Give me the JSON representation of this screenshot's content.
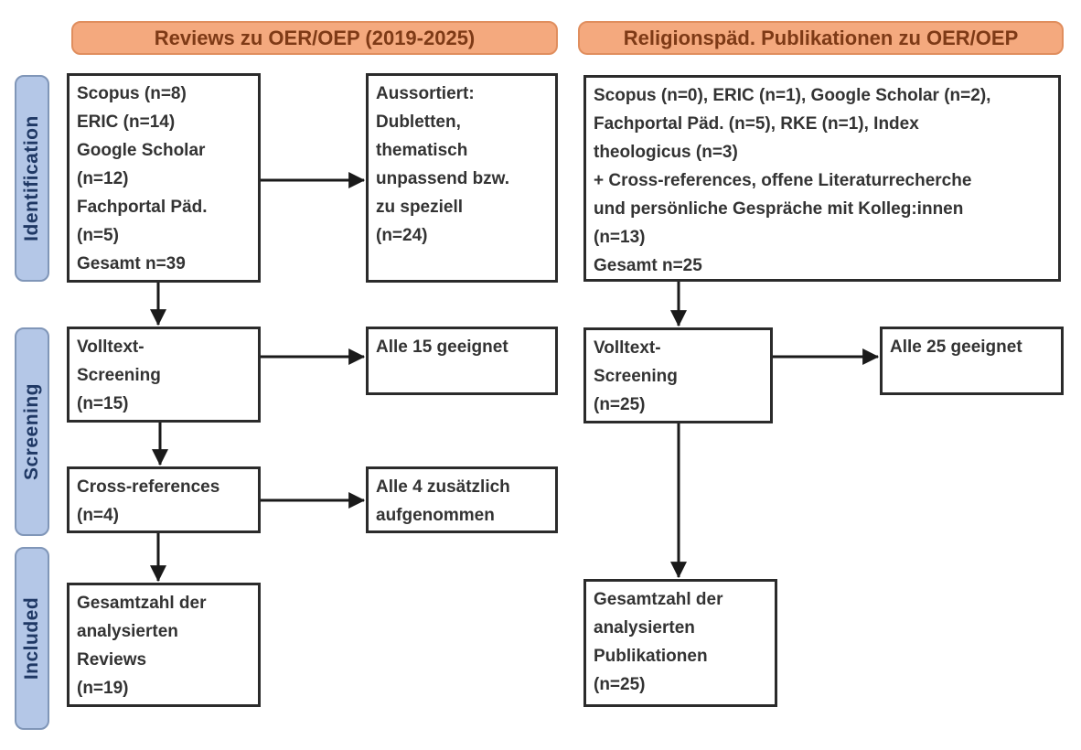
{
  "headers": {
    "left": "Reviews zu OER/OEP (2019-2025)",
    "right": "Religionspäd. Publikationen zu OER/OEP"
  },
  "stages": {
    "identification": "Identification",
    "screening": "Screening",
    "included": "Included"
  },
  "boxes": {
    "left_identification": "Scopus (n=8)\nERIC (n=14)\nGoogle Scholar\n(n=12)\nFachportal Päd.\n(n=5)\nGesamt n=39",
    "left_excluded": "Aussortiert:\nDubletten,\nthematisch\nunpassend bzw.\nzu speziell\n(n=24)",
    "left_fulltext": "Volltext-\nScreening\n(n=15)",
    "left_fulltext_result": "Alle 15 geeignet",
    "left_crossref": "Cross-references\n(n=4)",
    "left_crossref_result": "Alle 4 zusätzlich\naufgenommen",
    "left_included": "Gesamtzahl der\nanalysierten\nReviews\n(n=19)",
    "right_identification": "Scopus (n=0), ERIC (n=1), Google Scholar (n=2),\nFachportal Päd. (n=5), RKE (n=1), Index\ntheologicus (n=3)\n+ Cross-references, offene Literaturrecherche\nund persönliche Gespräche mit Kolleg:innen\n(n=13)\nGesamt n=25",
    "right_fulltext": "Volltext-\nScreening\n(n=25)",
    "right_fulltext_result": "Alle 25 geeignet",
    "right_included": "Gesamtzahl der\nanalysierten\nPublikationen\n(n=25)"
  },
  "colors": {
    "header_fill": "#F4A97E",
    "header_border": "#E08E5E",
    "header_text": "#7E3A16",
    "stage_fill": "#B4C7E7",
    "stage_border": "#8096B8",
    "stage_text": "#1F3864",
    "box_border": "#2B2B2B",
    "box_text": "#333333",
    "arrow": "#1A1A1A"
  }
}
